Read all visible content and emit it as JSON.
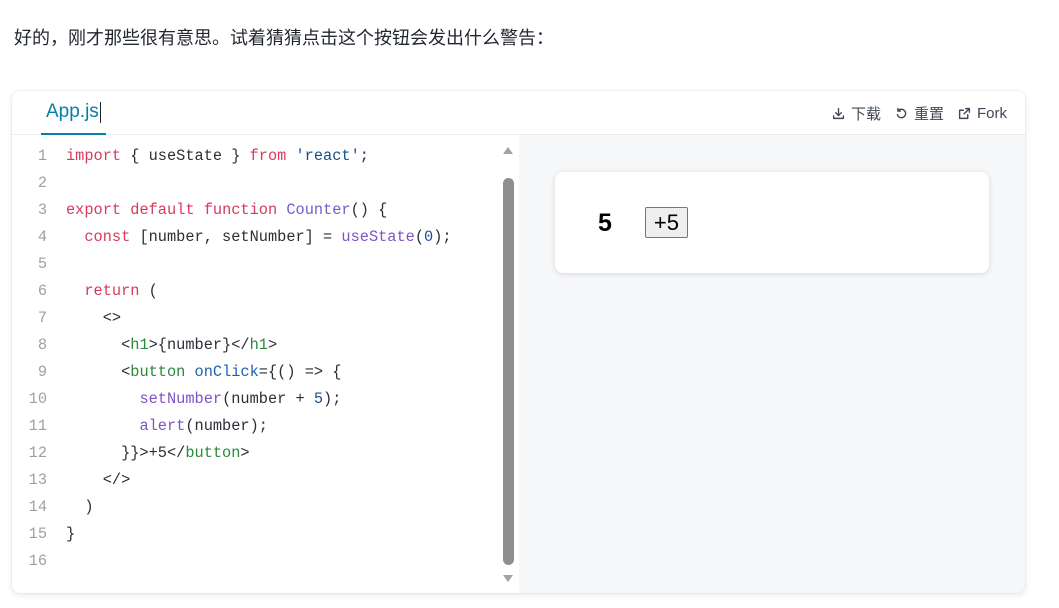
{
  "intro": {
    "text": "好的，刚才那些很有意思。试着猜猜点击这个按钮会发出什么警告："
  },
  "colors": {
    "accent": "#087ea4",
    "preview_bg": "#f6f7f9"
  },
  "sandbox": {
    "tab": {
      "label": "App.js"
    },
    "actions": [
      {
        "icon": "download-icon",
        "label": "下载"
      },
      {
        "icon": "reset-icon",
        "label": "重置"
      },
      {
        "icon": "external-link-icon",
        "label": "Fork"
      }
    ],
    "editor": {
      "lines": [
        {
          "n": "1",
          "tokens": [
            [
              "import",
              "#d73a5b"
            ],
            " { useState } ",
            [
              "from",
              "#d73a5b"
            ],
            " ",
            [
              "'react'",
              "#17508c"
            ],
            ";"
          ]
        },
        {
          "n": "2",
          "tokens": []
        },
        {
          "n": "3",
          "tokens": [
            [
              "export",
              "#d73a5b"
            ],
            " ",
            [
              "default",
              "#d73a5b"
            ],
            " ",
            [
              "function",
              "#d73a5b"
            ],
            " ",
            [
              "Counter",
              "#6a62c9"
            ],
            "() {"
          ]
        },
        {
          "n": "4",
          "tokens": [
            "  ",
            [
              "const",
              "#d73a5b"
            ],
            " [number, setNumber] = ",
            [
              "useState",
              "#8053c7"
            ],
            "(",
            [
              "0",
              "#1d4f91"
            ],
            ");"
          ]
        },
        {
          "n": "5",
          "tokens": []
        },
        {
          "n": "6",
          "tokens": [
            "  ",
            [
              "return",
              "#d73a5b"
            ],
            " ("
          ]
        },
        {
          "n": "7",
          "tokens": [
            "    <>"
          ]
        },
        {
          "n": "8",
          "tokens": [
            "      <",
            [
              "h1",
              "#2a8a3b"
            ],
            ">{number}</",
            [
              "h1",
              "#2a8a3b"
            ],
            ">"
          ]
        },
        {
          "n": "9",
          "tokens": [
            "      <",
            [
              "button",
              "#2a8a3b"
            ],
            " ",
            [
              "onClick",
              "#2162b0"
            ],
            "={() => {"
          ]
        },
        {
          "n": "10",
          "tokens": [
            "        ",
            [
              "setNumber",
              "#8053c7"
            ],
            "(number + ",
            [
              "5",
              "#1d4f91"
            ],
            ");"
          ]
        },
        {
          "n": "11",
          "tokens": [
            "        ",
            [
              "alert",
              "#8053c7"
            ],
            "(number);"
          ]
        },
        {
          "n": "12",
          "tokens": [
            "      }}>+5</",
            [
              "button",
              "#2a8a3b"
            ],
            ">"
          ]
        },
        {
          "n": "13",
          "tokens": [
            "    </>"
          ]
        },
        {
          "n": "14",
          "tokens": [
            "  )"
          ]
        },
        {
          "n": "15",
          "tokens": [
            "}"
          ]
        },
        {
          "n": "16",
          "tokens": []
        }
      ]
    },
    "preview": {
      "heading": "5",
      "button_label": "+5"
    }
  }
}
